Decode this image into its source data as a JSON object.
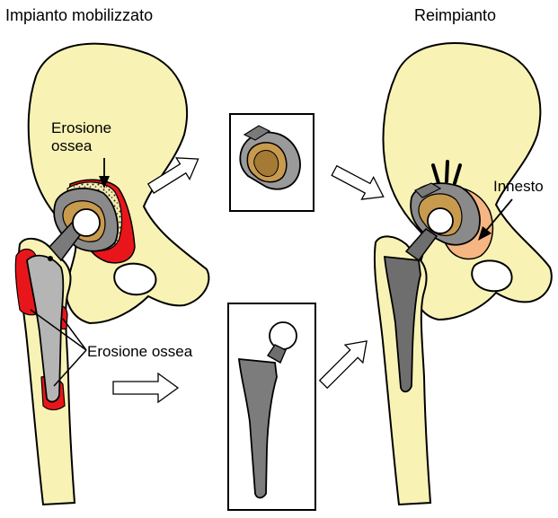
{
  "titles": {
    "left": "Impianto mobilizzato",
    "right": "Reimpianto"
  },
  "labels": {
    "erosion_top_line1": "Erosione",
    "erosion_top_line2": "ossea",
    "erosion_femur": "Erosione ossea",
    "graft": "Innesto"
  },
  "colors": {
    "bone": "#f8f3b4",
    "erosion": "#e8161b",
    "metal": "#8a8a8a",
    "metal_light": "#b5b5b5",
    "liner": "#c89a4e",
    "graft": "#f5b683",
    "stem_dark": "#6e6e6e"
  }
}
